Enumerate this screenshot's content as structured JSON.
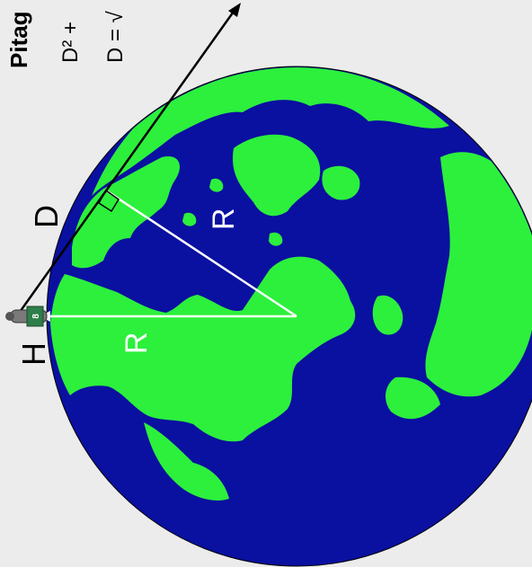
{
  "colors": {
    "background": "#ececec",
    "ocean": "#0a10a0",
    "land": "#2cf03c",
    "radius_line": "#ffffff",
    "tangent_line": "#000000"
  },
  "labels": {
    "heading": "Pitag",
    "equation_1": "D² + ",
    "equation_2": "D = √",
    "tangent_distance": "D",
    "observer_height": "H",
    "radius_to_observer": "R",
    "radius_to_tangent": "R"
  },
  "figure": {
    "observer_number": "8",
    "icons": [
      "earth-globe",
      "standing-person",
      "right-angle-marker",
      "arrow-head"
    ]
  }
}
